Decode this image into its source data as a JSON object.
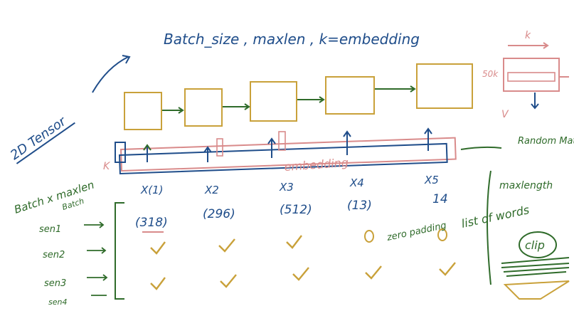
{
  "header": {
    "title": "Batch_size , maxlen , k=embedding"
  },
  "left_note": {
    "tensor_label": "2D Tensor"
  },
  "timeline": {
    "token_labels": [
      "X(1)",
      "X2",
      "X3",
      "X4",
      "X5"
    ],
    "token_values": [
      "(318)",
      "(296)",
      "(512)",
      "(13)",
      "14"
    ]
  },
  "embedding": {
    "label": "embedding",
    "k_label_left": "K",
    "k_label_top": "k",
    "vocab_label": "50k",
    "v_label": "V",
    "random_matrix_label": "Random Matrix"
  },
  "axes": {
    "batch_label": "Batch x maxlen",
    "batch_sub": "Batch",
    "maxlength_label": "maxlength",
    "list_of_words": "list of words",
    "clip_label": "clip"
  },
  "rows": {
    "labels": [
      "sen1",
      "sen2",
      "sen3",
      "sen4"
    ],
    "zero_padding": "zero padding"
  },
  "colors": {
    "blue": "#1f4d8a",
    "green": "#2f6b2a",
    "orange": "#c9a13a",
    "pink": "#d98b8b"
  }
}
